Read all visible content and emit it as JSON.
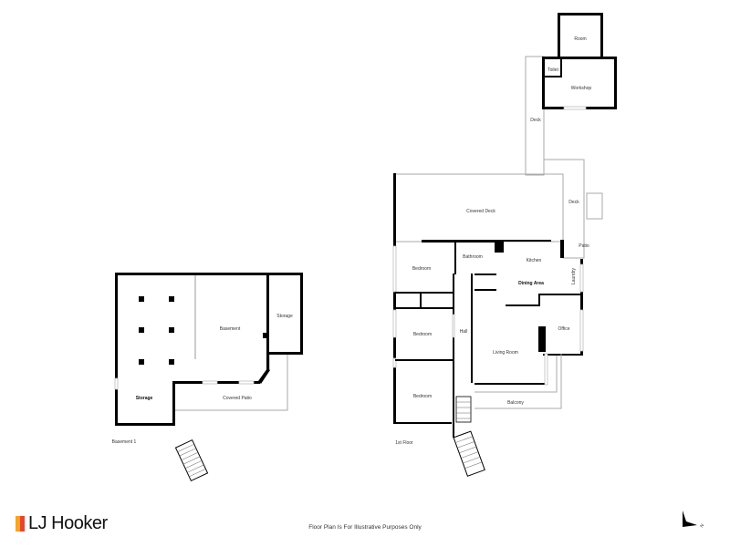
{
  "levels": {
    "basement": {
      "title": "Basement 1",
      "rooms": [
        "Basement",
        "Storage",
        "Storage",
        "Covered Patio"
      ]
    },
    "first_floor": {
      "title": "1st Floor",
      "rooms": [
        "Room",
        "Toilet",
        "Workshop",
        "Deck",
        "Covered Deck",
        "Deck",
        "Patio",
        "Bathroom",
        "Kitchen",
        "Bedroom",
        "Dining Area",
        "Laundry",
        "Bedroom",
        "Hall",
        "Office",
        "Living Room",
        "Bedroom",
        "Balcony"
      ]
    }
  },
  "footer": {
    "brand": "LJ Hooker",
    "brand_colors": [
      "#f5a623",
      "#e8452c"
    ],
    "disclaimer": "Floor Plan Is For Illustrative Purposes Only",
    "compass": {
      "icon": "north-arrow-icon",
      "label": "N"
    }
  }
}
